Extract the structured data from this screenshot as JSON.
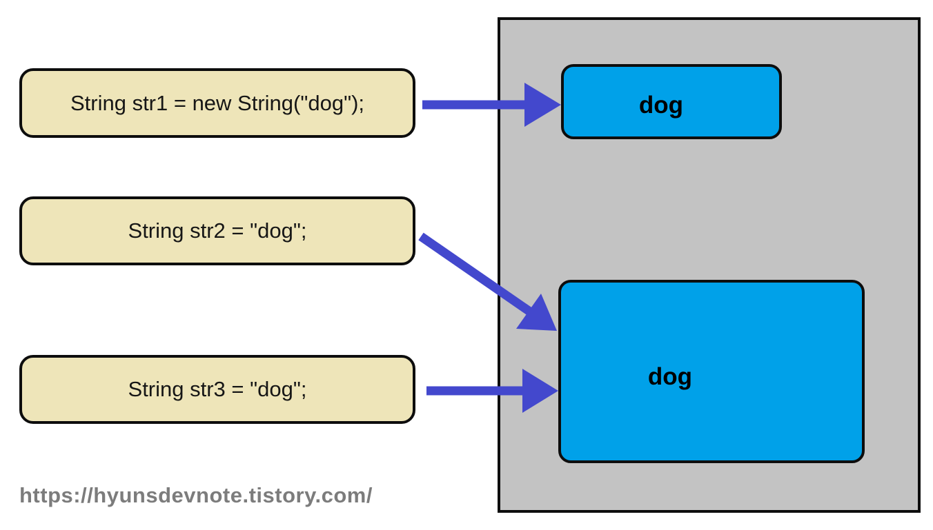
{
  "code_boxes": [
    {
      "id": "str1",
      "code": "String str1 = new String(\"dog\");"
    },
    {
      "id": "str2",
      "code": "String str2 = \"dog\";"
    },
    {
      "id": "str3",
      "code": "String str3 = \"dog\";"
    }
  ],
  "heap_objects": {
    "small": {
      "label": "dog"
    },
    "large": {
      "label": "dog"
    }
  },
  "watermark": "https://hyunsdevnote.tistory.com/",
  "colors": {
    "background": "#FFFFFF",
    "code_box_fill": "#EEE5B9",
    "code_box_border": "#0D0D0D",
    "heap_fill": "#C3C3C3",
    "heap_border": "#0D0D0D",
    "object_fill": "#00A1E9",
    "object_border": "#0D0D0D",
    "arrow": "#4348CD",
    "code_text": "#161616",
    "object_text": "#000000",
    "watermark_text": "#7C7C7C"
  }
}
